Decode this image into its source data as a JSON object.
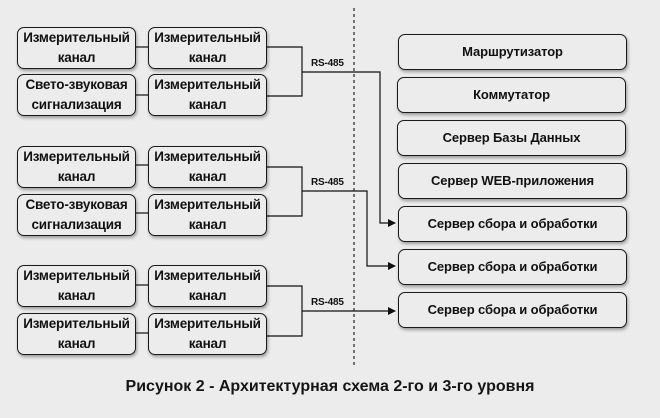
{
  "left_groups": [
    {
      "col1": [
        "Измерительный\nканал",
        "Свето-звуковая\nсигнализация"
      ],
      "col2": [
        "Измерительный\nканал",
        "Измерительный\nканал"
      ],
      "bus_label": "RS-485"
    },
    {
      "col1": [
        "Измерительный\nканал",
        "Свето-звуковая\nсигнализация"
      ],
      "col2": [
        "Измерительный\nканал",
        "Измерительный\nканал"
      ],
      "bus_label": "RS-485"
    },
    {
      "col1": [
        "Измерительный\nканал",
        "Измерительный\nканал"
      ],
      "col2": [
        "Измерительный\nканал",
        "Измерительный\nканал"
      ],
      "bus_label": "RS-485"
    }
  ],
  "right_boxes": [
    "Маршрутизатор",
    "Коммутатор",
    "Сервер Базы Данных",
    "Сервер WEB-приложения",
    "Сервер сбора и обработки",
    "Сервер сбора и обработки",
    "Сервер сбора и обработки"
  ],
  "caption": "Рисунок 2 - Архитектурная схема 2-го и 3-го уровня"
}
